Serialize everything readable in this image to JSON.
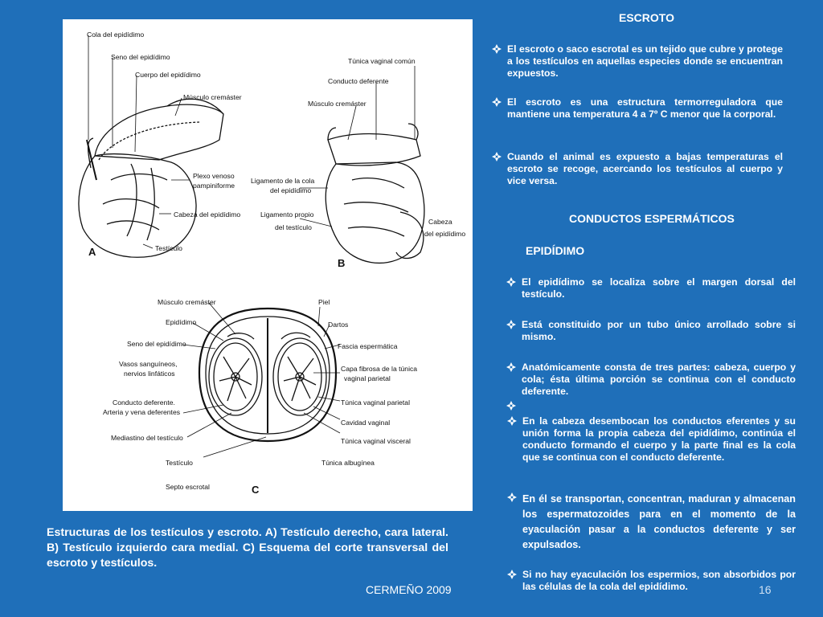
{
  "figure": {
    "labels_a": [
      "Cola del epidídimo",
      "Seno del epidídimo",
      "Cuerpo del epidídimo",
      "Músculo cremáster",
      "Plexo venoso",
      "pampiniforme",
      "Cabeza del epidídimo",
      "Testículo"
    ],
    "labels_b": [
      "Túnica vaginal común",
      "Conducto deferente",
      "Músculo cremáster",
      "Ligamento de la cola",
      "del epidídimo",
      "Ligamento propio",
      "del testículo",
      "Cabeza",
      "del epidídimo"
    ],
    "labels_c_left": [
      "Músculo cremáster",
      "Epidídimo",
      "Seno del epidídimo",
      "Vasos sanguíneos,",
      "nervios linfáticos",
      "Conducto deferente.",
      "Arteria y vena deferentes",
      "Mediastino del testículo",
      "Testículo",
      "Septo escrotal"
    ],
    "labels_c_right": [
      "Piel",
      "Dartos",
      "Fascia espermática",
      "Capa fibrosa de la túnica",
      "vaginal parietal",
      "Túnica vaginal parietal",
      "Cavidad vaginal",
      "Túnica vaginal visceral",
      "Túnica albugínea"
    ],
    "letters": [
      "A",
      "B",
      "C"
    ]
  },
  "caption": "Estructuras de los testículos y escroto. A) Testículo derecho, cara lateral. B) Testículo izquierdo cara medial. C) Esquema del corte transversal del escroto y testículos.",
  "credit": "CERMEÑO 2009",
  "page_number": "16",
  "section1": {
    "heading": "ESCROTO",
    "bullets": [
      "El escroto o saco escrotal es un tejido que cubre y protege a los testículos en aquellas especies donde se encuentran expuestos.",
      "El escroto es una estructura termorreguladora que mantiene una temperatura 4 a 7º C menor que la corporal.",
      "Cuando el animal es expuesto a bajas temperaturas el escroto se recoge, acercando los testículos al cuerpo y vice versa."
    ]
  },
  "section2": {
    "heading": "CONDUCTOS ESPERMÁTICOS",
    "subheading": "EPIDÍDIMO",
    "bullets": [
      "El epidídimo se localiza sobre el margen dorsal del testículo.",
      "Está constituido por un tubo único arrollado sobre si mismo.",
      "Anatómicamente consta de tres partes: cabeza, cuerpo y cola; ésta última porción se continua con el conducto deferente.",
      "",
      "En la cabeza desembocan los conductos eferentes y su unión forma la propia cabeza del epidídimo, continúa el conducto formando el cuerpo y la parte final es la cola que se continua con el conducto deferente.",
      "En él se transportan, concentran, maduran y almacenan los espermatozoides para en el momento de la eyaculación pasar a la conductos deferente y ser expulsados.",
      "Si no hay eyaculación los espermios, son absorbidos por las células de la cola del epidídimo."
    ]
  }
}
